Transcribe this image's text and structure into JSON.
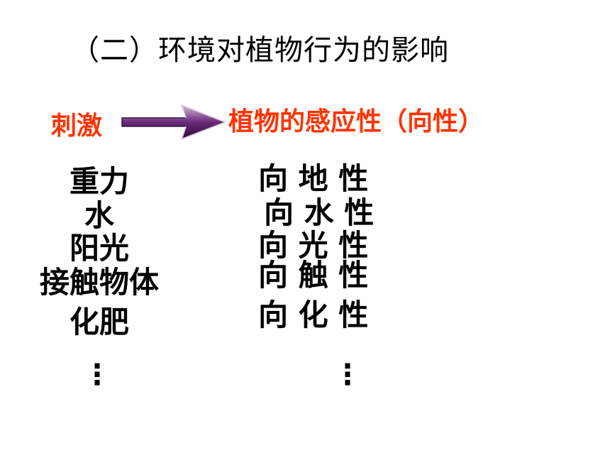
{
  "slide": {
    "title": "（二）环境对植物行为的影响",
    "stimulus_label": "刺激",
    "response_label": "植物的感应性（向性）",
    "arrow_icon": "arrow-right-icon",
    "colors": {
      "highlight": "#ff3300",
      "arrow": "#6a2a7a"
    },
    "stimuli": [
      "重力",
      "水",
      "阳光",
      "接触物体",
      "化肥"
    ],
    "responses": [
      "向 地 性",
      "向 水 性",
      "向 光 性",
      "向 触 性",
      "向 化 性"
    ],
    "ellipsis": "⋮"
  }
}
